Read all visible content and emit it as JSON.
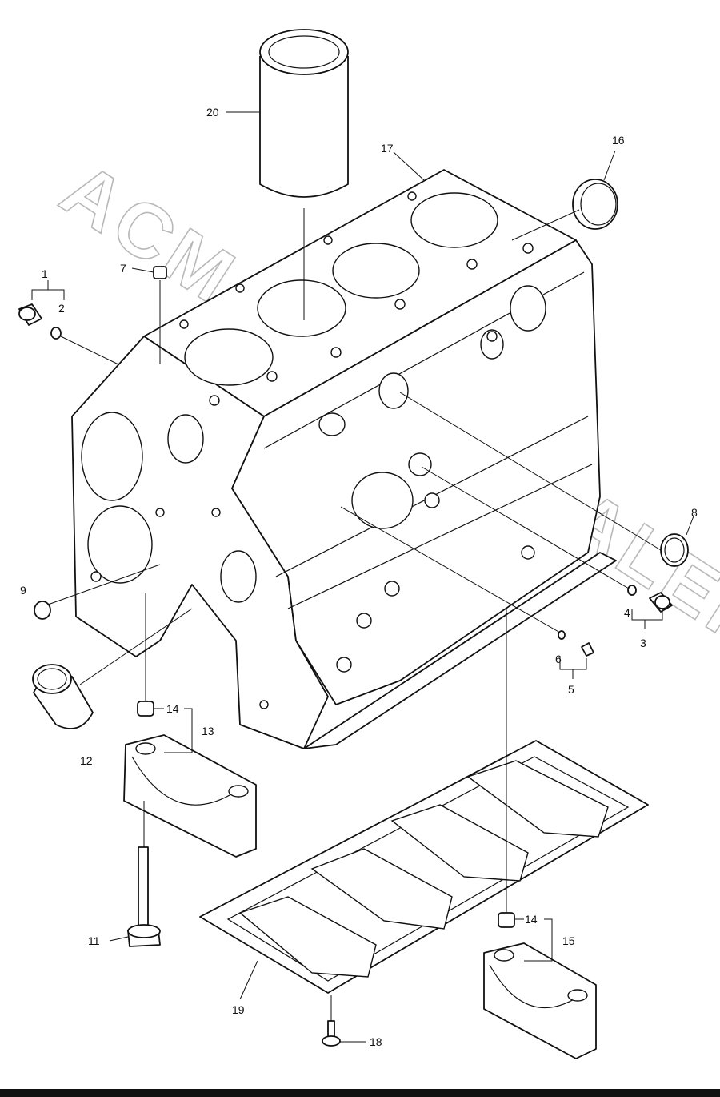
{
  "watermark": {
    "text": "ACM-AUTO-DEALER.RU",
    "color": "#b8b8b8"
  },
  "callouts": [
    {
      "id": "1",
      "label": "1"
    },
    {
      "id": "2",
      "label": "2"
    },
    {
      "id": "3",
      "label": "3"
    },
    {
      "id": "4",
      "label": "4"
    },
    {
      "id": "5",
      "label": "5"
    },
    {
      "id": "6",
      "label": "6"
    },
    {
      "id": "7",
      "label": "7"
    },
    {
      "id": "8",
      "label": "8"
    },
    {
      "id": "9",
      "label": "9"
    },
    {
      "id": "11",
      "label": "11"
    },
    {
      "id": "12",
      "label": "12"
    },
    {
      "id": "13",
      "label": "13"
    },
    {
      "id": "14a",
      "label": "14"
    },
    {
      "id": "14b",
      "label": "14"
    },
    {
      "id": "15",
      "label": "15"
    },
    {
      "id": "16",
      "label": "16"
    },
    {
      "id": "17",
      "label": "17"
    },
    {
      "id": "18",
      "label": "18"
    },
    {
      "id": "19",
      "label": "19"
    },
    {
      "id": "20",
      "label": "20"
    }
  ],
  "colors": {
    "line": "#111111",
    "background": "#ffffff",
    "footer": "#111111"
  }
}
